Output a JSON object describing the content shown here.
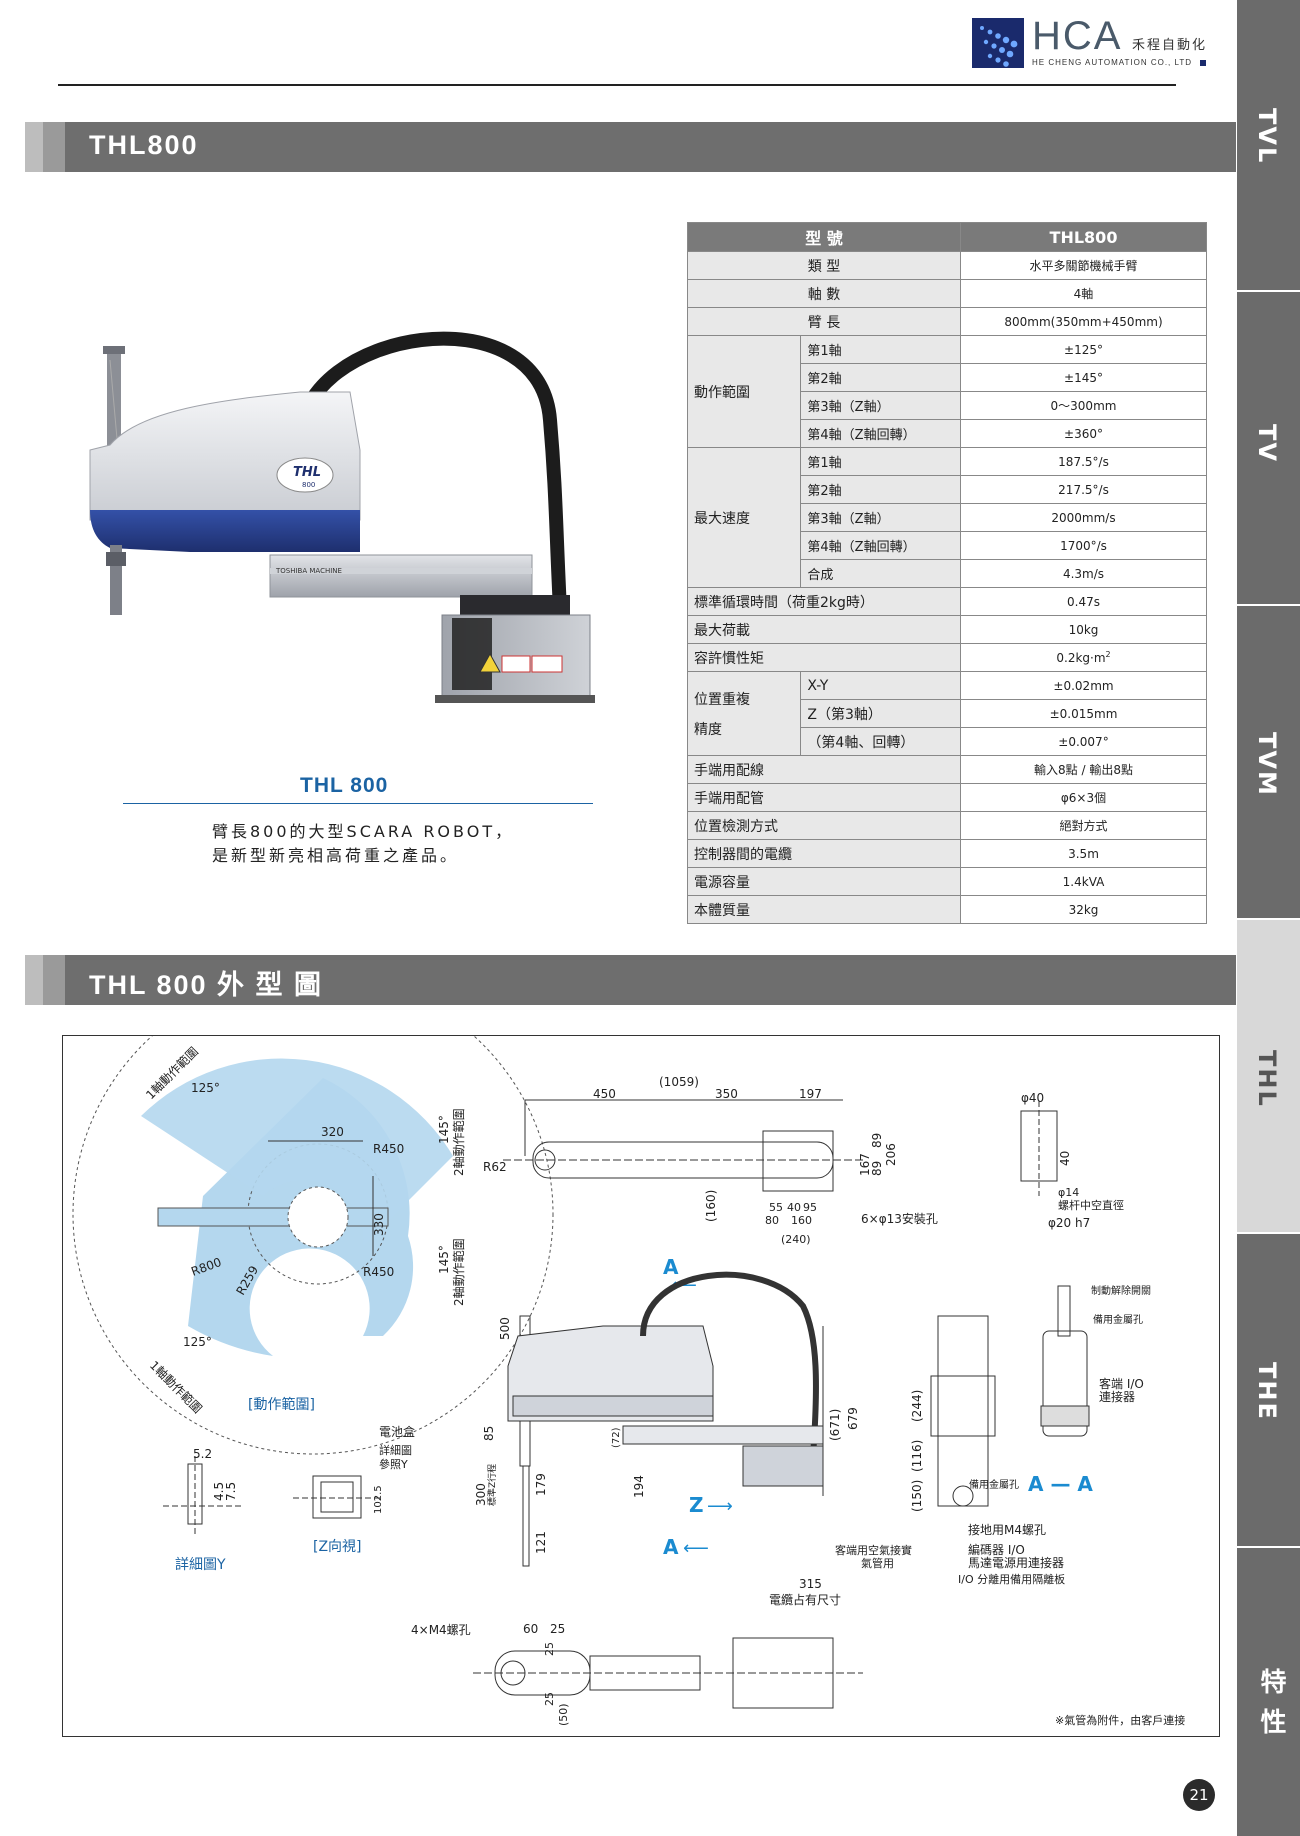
{
  "header": {
    "logo_text": "HCA",
    "logo_cn": "禾程自動化",
    "logo_en": "HE CHENG AUTOMATION CO., LTD"
  },
  "side_tabs": [
    "TVL",
    "TV",
    "TVM",
    "THL",
    "THE",
    "特性"
  ],
  "section1_title": "THL800",
  "section2_title": "THL 800 外 型 圖",
  "robot": {
    "badge_text": "THL",
    "badge_sub": "800",
    "arm_label": "TOSHIBA MACHINE"
  },
  "caption": {
    "title": "THL 800",
    "line1": "臂長800的大型SCARA ROBOT，",
    "line2": "是新型新亮相高荷重之產品。"
  },
  "spec": {
    "header_label": "型  號",
    "header_value": "THL800",
    "type_label": "類 型",
    "type_value": "水平多關節機械手臂",
    "axes_label": "軸 數",
    "axes_value": "4軸",
    "arm_label": "臂 長",
    "arm_value": "800mm(350mm+450mm)",
    "range_group": "動作範圍",
    "range_rows": [
      {
        "label": "第1軸",
        "value": "±125°"
      },
      {
        "label": "第2軸",
        "value": "±145°"
      },
      {
        "label": "第3軸（Z軸）",
        "value": "0～300mm"
      },
      {
        "label": "第4軸（Z軸回轉）",
        "value": "±360°"
      }
    ],
    "speed_group": "最大速度",
    "speed_rows": [
      {
        "label": "第1軸",
        "value": "187.5°/s"
      },
      {
        "label": "第2軸",
        "value": "217.5°/s"
      },
      {
        "label": "第3軸（Z軸）",
        "value": "2000mm/s"
      },
      {
        "label": "第4軸（Z軸回轉）",
        "value": "1700°/s"
      },
      {
        "label": "合成",
        "value": "4.3m/s"
      }
    ],
    "cycle_label": "標準循環時間（荷重2kg時）",
    "cycle_value": "0.47s",
    "payload_label": "最大荷載",
    "payload_value": "10kg",
    "inertia_label": "容許慣性矩",
    "inertia_value": "0.2kg·m",
    "inertia_sup": "2",
    "repeat_group_1": "位置重複",
    "repeat_group_2": "精度",
    "repeat_rows": [
      {
        "label": "X-Y",
        "value": "±0.02mm"
      },
      {
        "label": "Z（第3軸）",
        "value": "±0.015mm"
      },
      {
        "label": "（第4軸、回轉）",
        "value": "±0.007°"
      }
    ],
    "tail_rows": [
      {
        "label": "手端用配線",
        "value": "輸入8點 / 輸出8點"
      },
      {
        "label": "手端用配管",
        "value": "φ6×3個"
      },
      {
        "label": "位置檢測方式",
        "value": "絕對方式"
      },
      {
        "label": "控制器間的電纜",
        "value": "3.5m"
      },
      {
        "label": "電源容量",
        "value": "1.4kVA"
      },
      {
        "label": "本體質量",
        "value": "32kg"
      }
    ]
  },
  "drawing": {
    "range_labels": [
      "1軸動作範圍",
      "125°",
      "125°",
      "1軸動作範圍",
      "2軸動作範圍",
      "145°",
      "145°",
      "2軸動作範圍"
    ],
    "range_dims": [
      "320",
      "R450",
      "330",
      "R450",
      "R800",
      "R259"
    ],
    "range_caption": "[動作範圍]",
    "detail_caption": "詳細圖Y",
    "detail_dims": [
      "5.2",
      "4.5",
      "7.5"
    ],
    "battery_label": "電池盒",
    "detail_ref": "詳細圖",
    "detail_ref2": "參照Y",
    "detail_dim2": "102.5",
    "z_view_caption": "[Z向視]",
    "top_dims": [
      "(1059)",
      "450",
      "350",
      "197",
      "R62",
      "167",
      "89",
      "89",
      "206",
      "(160)",
      "55",
      "40",
      "95",
      "80",
      "160",
      "(240)",
      "6×φ13安裝孔"
    ],
    "phi40": "φ40",
    "phi_dim40": "40",
    "phi14": "φ14",
    "hollow_label": "螺杆中空直徑",
    "phi20": "φ20 h7",
    "arrow_a": "A",
    "arrow_z": "Z",
    "side_dims": [
      "500",
      "85",
      "300",
      "標準Z行程",
      "179",
      "121",
      "(72)",
      "194",
      "(671)",
      "679",
      "(244)",
      "(116)",
      "(150)"
    ],
    "customer_air": "客端用空氣接實",
    "air_pipe": "氣管用",
    "cable_dim": "315",
    "cable_label": "電纜占有尺寸",
    "brake_label": "制動解除開關",
    "metal_hole": "備用金屬孔",
    "client_io": "客端 I/O",
    "connector": "連接器",
    "metal_hole2": "備用金屬孔",
    "section_aa": "A — A",
    "ground_hole": "接地用M4螺孔",
    "encoder_io": "編碼器 I/O",
    "motor_conn": "馬達電源用連接器",
    "io_plate": "I/O 分離用備用隔離板",
    "bottom_dims": [
      "60",
      "25",
      "4×M4螺孔",
      "25",
      "25",
      "(50)"
    ],
    "footnote": "※氣管為附件，由客戶連接"
  },
  "page_number": "21"
}
